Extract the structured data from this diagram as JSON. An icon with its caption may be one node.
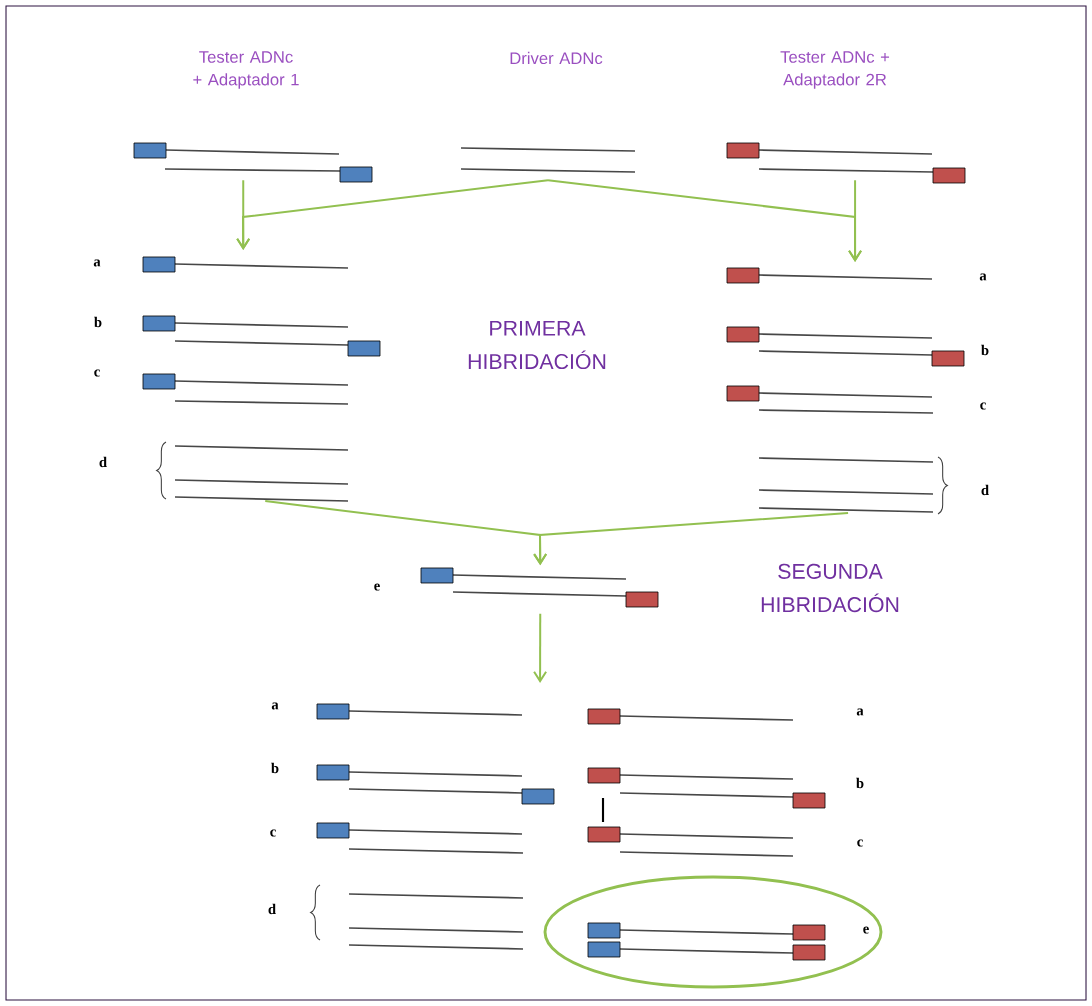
{
  "diagram": {
    "nodes": [
      {
        "text": [
          "Tester ADNc + Adaptador 1"
        ]
      },
      {
        "text": [
          "Driver ADNc"
        ]
      },
      {
        "text": [
          "Tester ADNc + Adaptador 2R"
        ]
      },
      {
        "text": [],
        "shape": "picture"
      },
      {
        "text": [],
        "shape": "picture"
      },
      {
        "text": [],
        "shape": "picture"
      },
      {
        "text": [],
        "shape": "picture"
      }
    ],
    "edges": [
      {
        "from": 0,
        "to": 3,
        "arrow": "to"
      },
      {
        "from": 1,
        "to": 3,
        "arrow": "to"
      },
      {
        "from": 1,
        "to": 4,
        "arrow": "to"
      },
      {
        "from": 2,
        "to": 4,
        "arrow": "to"
      },
      {
        "from": 3,
        "to": 5,
        "arrow": "to"
      },
      {
        "from": 4,
        "to": 5,
        "arrow": "to"
      },
      {
        "from": 5,
        "to": 6,
        "arrow": "to"
      }
    ],
    "labels": [
      "a",
      "b",
      "c",
      "d",
      "a",
      "b",
      "c",
      "d",
      "PRIMERA HIBRIDACIÓN",
      "e",
      "SEGUNDA HIBRIDACIÓN",
      "a",
      "b",
      "c",
      "d",
      "a",
      "b",
      "c",
      "e"
    ]
  }
}
